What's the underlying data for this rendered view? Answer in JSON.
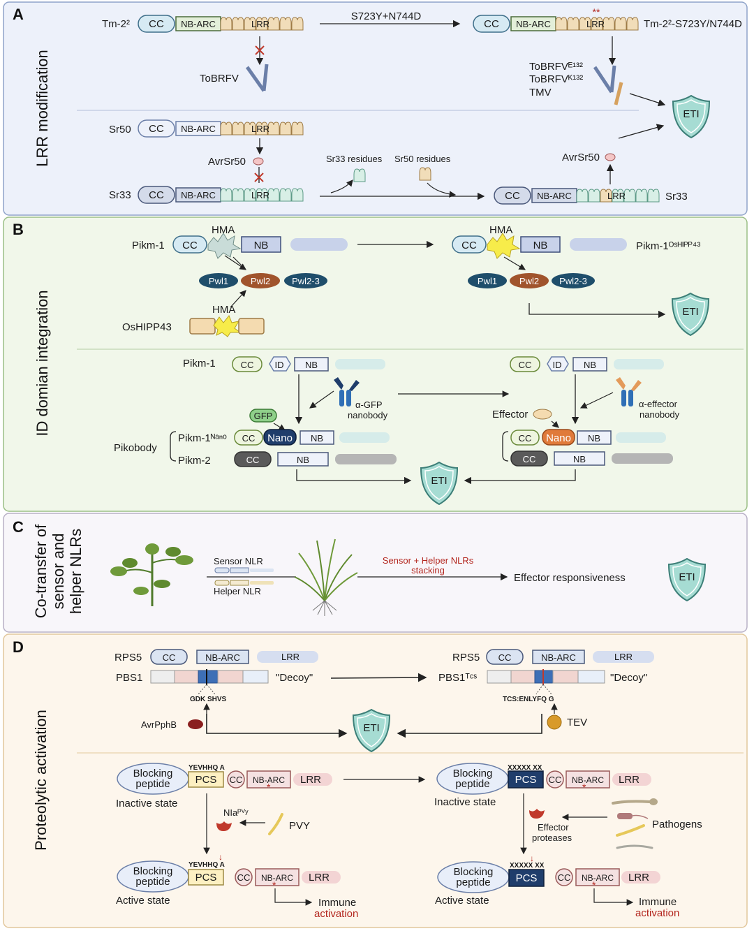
{
  "colors": {
    "panelA": "#edf1fa",
    "panelB": "#f1f7ea",
    "panelC": "#f8f6fa",
    "panelD": "#fdf6ec",
    "eti": "#a6dcd3",
    "cc": "#d6eaf3",
    "nbarc": "#e3efd9",
    "lrr": "#f1ddb9",
    "red": "#c0392b"
  },
  "icons": [
    "shield-icon",
    "x-mark-icon",
    "virus-rod-icon",
    "arrow-icon",
    "tomato-plant-icon",
    "wheat-plant-icon",
    "protease-icon"
  ],
  "panelA": {
    "letter": "A",
    "side": "LRR modification",
    "tm22": "Tm-2²",
    "cc": "CC",
    "nbarc": "NB-ARC",
    "lrr": "LRR",
    "mutation": "S723Y+N744D",
    "stars": "**",
    "tm22_mut": "Tm-2²-S723Y/N744D",
    "tobrfv": "ToBRFV",
    "tobrfv_e": "ToBRFVᴱ¹³²",
    "tobrfv_k": "ToBRFVᴷ¹³²",
    "tmv": "TMV",
    "sr50": "Sr50",
    "avrsr50": "AvrSr50",
    "sr33": "Sr33",
    "sr33_res": "Sr33 residues",
    "sr50_res": "Sr50 residues",
    "eti": "ETI"
  },
  "panelB": {
    "letter": "B",
    "side": "ID domian integration",
    "pikm1": "Pikm-1",
    "hma": "HMA",
    "nb": "NB",
    "cc": "CC",
    "pikm1_os": "Pikm-1ᴼˢᴴᴵᴾᴾ⁴³",
    "pwl1": "Pwl1",
    "pwl2": "Pwl2",
    "pwl23": "Pwl2-3",
    "oshipp43": "OsHIPP43",
    "id": "ID",
    "agfp": "α-GFP",
    "nanobody": "nanobody",
    "gfp": "GFP",
    "nano": "Nano",
    "pikobody": "Pikobody",
    "pikm1nano": "Pikm-1ᴺᵃⁿᵒ",
    "pikm2": "Pikm-2",
    "effector": "Effector",
    "aeff": "α-effector",
    "eti": "ETI"
  },
  "panelC": {
    "letter": "C",
    "side1": "Co-transfer of",
    "side2": "sensor and",
    "side3": "helper NLRs",
    "sensor": "Sensor NLR",
    "helper": "Helper NLR",
    "stack1": "Sensor + Helper NLRs",
    "stack2": "stacking",
    "resp": "Effector responsiveness",
    "eti": "ETI"
  },
  "panelD": {
    "letter": "D",
    "side": "Proteolytic activation",
    "rps5": "RPS5",
    "cc": "CC",
    "nbarc": "NB-ARC",
    "lrr": "LRR",
    "pbs1": "PBS1",
    "decoy": "\"Decoy\"",
    "pbs1tcs": "PBS1ᵀᶜˢ",
    "gdk": "GDK SHVS",
    "tcs": "TCS:ENLYFQ G",
    "avrpphb": "AvrPphB",
    "tev": "TEV",
    "eti": "ETI",
    "blocking1": "Blocking",
    "blocking2": "peptide",
    "pcs": "PCS",
    "seq1": "YEVHHQ A",
    "seq2": "XXXXX XX",
    "inactive": "Inactive state",
    "active": "Active state",
    "nla": "NIaᴾⱽʸ",
    "pvy": "PVY",
    "effprot1": "Effector",
    "effprot2": "proteases",
    "pathogens": "Pathogens",
    "immune": "Immune",
    "activation": "activation"
  }
}
